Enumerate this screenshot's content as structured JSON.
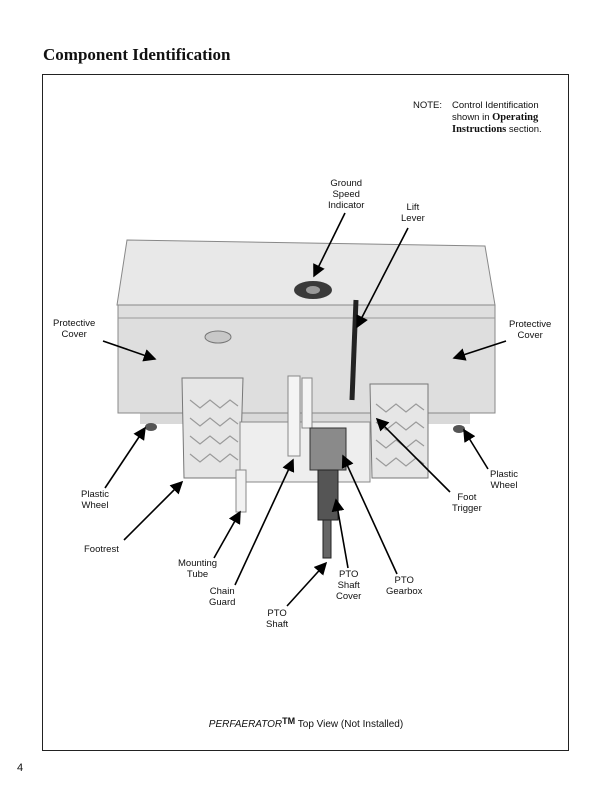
{
  "page_title": "Component Identification",
  "note": {
    "label": "NOTE:",
    "line1": "Control Identification",
    "line2_prefix": "shown in ",
    "line2_bold": "Operating",
    "line3_bold": "Instructions",
    "line3_suffix": " section."
  },
  "labels": {
    "ground_speed_indicator": "Ground\nSpeed\nIndicator",
    "lift_lever": "Lift\nLever",
    "protective_cover_left": "Protective\nCover",
    "protective_cover_right": "Protective\nCover",
    "plastic_wheel_left": "Plastic\nWheel",
    "plastic_wheel_right": "Plastic\nWheel",
    "foot_trigger": "Foot\nTrigger",
    "footrest": "Footrest",
    "mounting_tube": "Mounting\nTube",
    "chain_guard": "Chain\nGuard",
    "pto_shaft": "PTO\nShaft",
    "pto_shaft_cover": "PTO\nShaft\nCover",
    "pto_gearbox": "PTO\nGearbox"
  },
  "caption": {
    "brand": "PERFAERATOR",
    "tm": "TM",
    "rest": " Top View (Not Installed)"
  },
  "page_number": "4"
}
